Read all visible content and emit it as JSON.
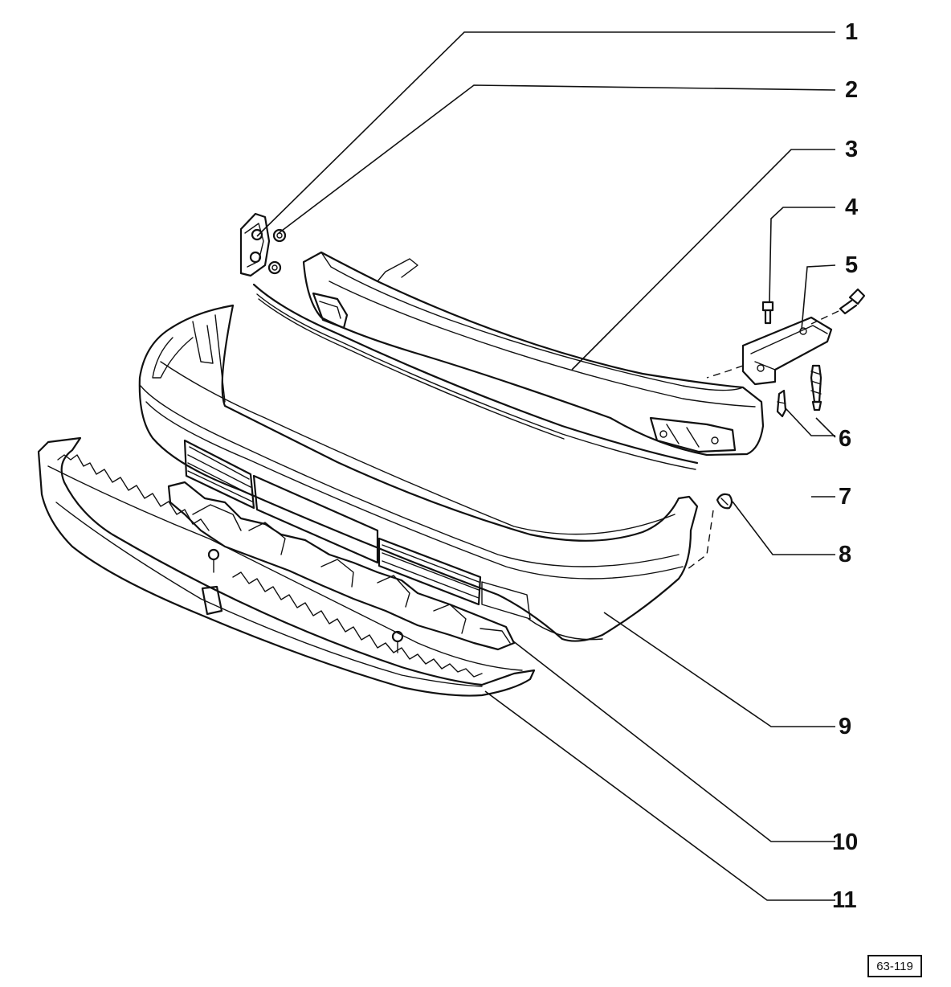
{
  "diagram": {
    "parts": [
      {
        "id": "part-1",
        "label": "1"
      },
      {
        "id": "part-2",
        "label": "2"
      },
      {
        "id": "part-3",
        "label": "3"
      },
      {
        "id": "part-4",
        "label": "4"
      },
      {
        "id": "part-5",
        "label": "5"
      },
      {
        "id": "part-6",
        "label": "6"
      },
      {
        "id": "part-7",
        "label": "7"
      },
      {
        "id": "part-8",
        "label": "8"
      },
      {
        "id": "part-9",
        "label": "9"
      },
      {
        "id": "part-10",
        "label": "10"
      },
      {
        "id": "part-11",
        "label": "11"
      }
    ],
    "figure_ref": "63-119"
  }
}
